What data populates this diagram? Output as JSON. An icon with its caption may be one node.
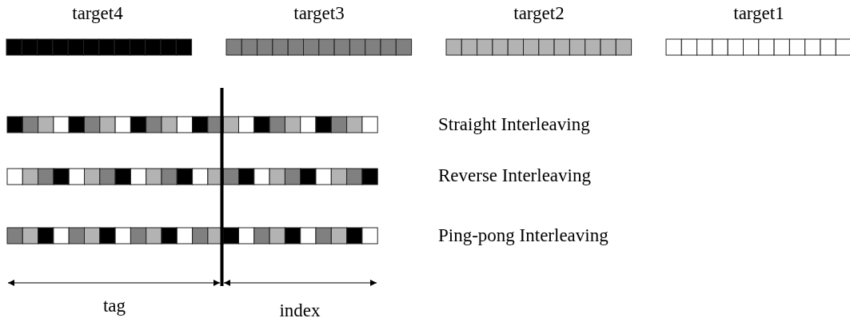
{
  "diagram": {
    "labels": [
      "target4",
      "target3",
      "target2",
      "target1",
      "Straight Interleaving",
      "Reverse Interleaving",
      "Ping-pong Interleaving",
      "tag",
      "index"
    ]
  }
}
